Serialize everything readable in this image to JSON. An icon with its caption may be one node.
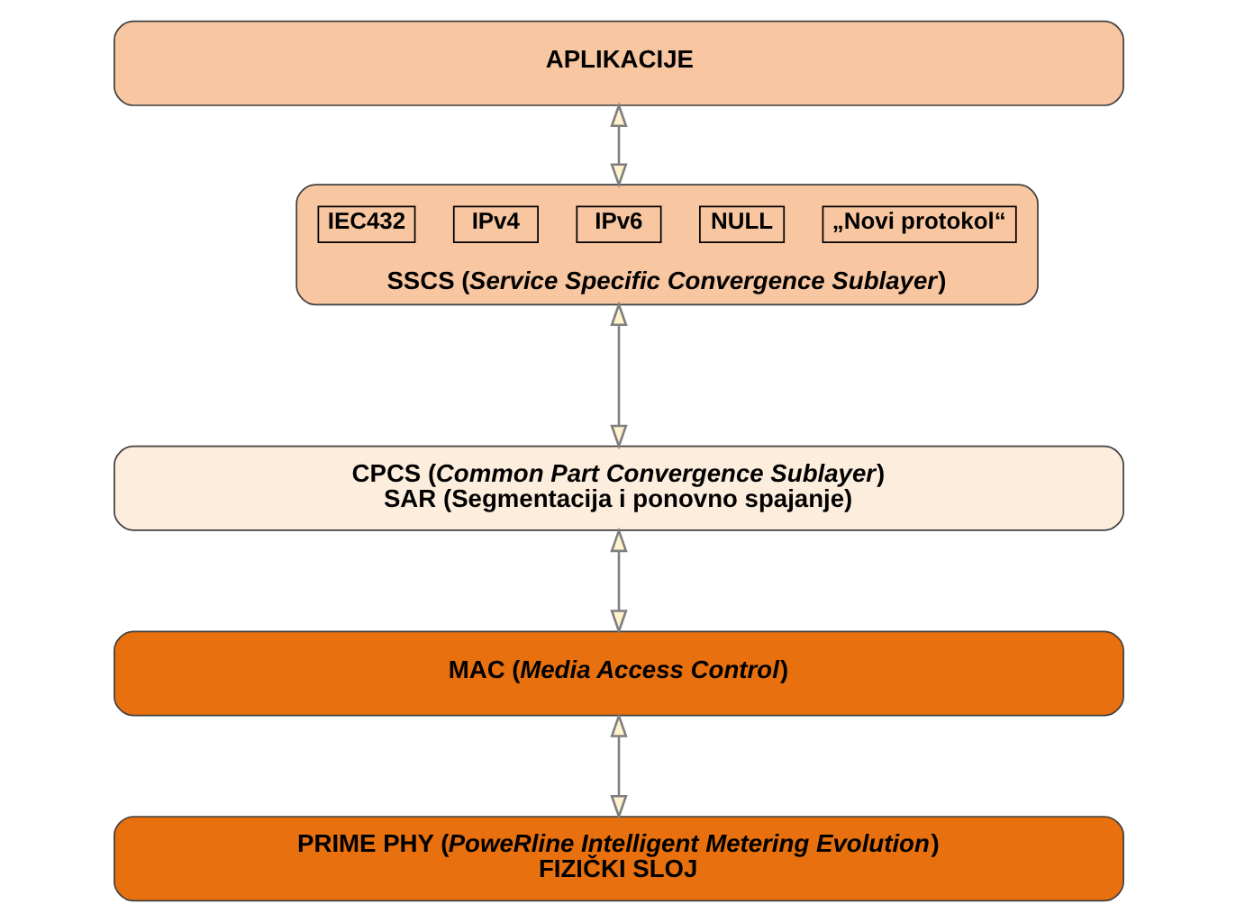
{
  "diagram": {
    "nodes": [
      {
        "text": [
          "APLIKACIJE"
        ]
      },
      {
        "text": [
          "SSCS (*Service Specific Convergence Sublayer*)"
        ]
      },
      {
        "text": [
          "IEC432"
        ],
        "in": 1
      },
      {
        "text": [
          "IPv4"
        ],
        "in": 1
      },
      {
        "text": [
          "IPv6"
        ],
        "in": 1
      },
      {
        "text": [
          "NULL"
        ],
        "in": 1
      },
      {
        "text": [
          "„Novi protokol“"
        ],
        "in": 1
      },
      {
        "text": [
          "CPCS (*Common Part Convergence Sublayer*)",
          "SAR (Segmentacija i ponovno spajanje)"
        ]
      },
      {
        "text": [
          "MAC (*Media Access Control*)"
        ]
      },
      {
        "text": [
          "PRIME PHY (*PoweRline Intelligent Metering Evolution*)",
          "FIZIČKI SLOJ"
        ]
      }
    ],
    "edges": [
      {
        "from": 0,
        "to": 1,
        "arrow": "both"
      },
      {
        "from": 1,
        "to": 7,
        "arrow": "both"
      },
      {
        "from": 7,
        "to": 8,
        "arrow": "both"
      },
      {
        "from": 8,
        "to": 9,
        "arrow": "both"
      }
    ]
  }
}
